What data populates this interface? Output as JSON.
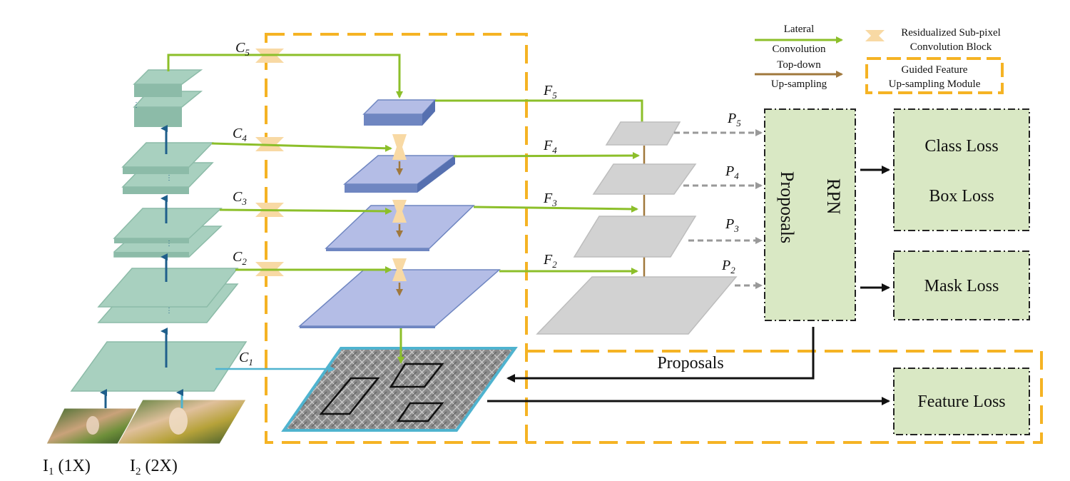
{
  "legend": {
    "lateral_l1": "Lateral",
    "lateral_l2": "Convolution",
    "topdown_l1": "Top-down",
    "topdown_l2": "Up-sampling",
    "subpixel_l1": "Residualized Sub-pixel",
    "subpixel_l2": "Convolution Block",
    "guided_l1": "Guided Feature",
    "guided_l2": "Up-sampling Module"
  },
  "backbone_labels": {
    "c1": "C",
    "c1_sub": "1",
    "c2": "C",
    "c2_sub": "2",
    "c3": "C",
    "c3_sub": "3",
    "c4": "C",
    "c4_sub": "4",
    "c5": "C",
    "c5_sub": "5"
  },
  "lateral_labels": {
    "f2": "F",
    "f2_sub": "2",
    "f3": "F",
    "f3_sub": "3",
    "f4": "F",
    "f4_sub": "4",
    "f5": "F",
    "f5_sub": "5"
  },
  "pyramid_labels": {
    "p2": "P",
    "p2_sub": "2",
    "p3": "P",
    "p3_sub": "3",
    "p4": "P",
    "p4_sub": "4",
    "p5": "P",
    "p5_sub": "5"
  },
  "inputs": {
    "i1": "I",
    "i1_sub": "1",
    "i1_scale": " (1X)",
    "i2": "I",
    "i2_sub": "2",
    "i2_scale": " (2X)"
  },
  "rpn": {
    "rpn_label": "RPN",
    "proposals_label": "Proposals"
  },
  "proposals_arrow_label": "Proposals",
  "losses": {
    "class_loss": "Class Loss",
    "box_loss": "Box Loss",
    "mask_loss": "Mask Loss",
    "feature_loss": "Feature Loss"
  },
  "colors": {
    "lateral_green": "#8cbf2a",
    "topdown_brown": "#a0783c",
    "guided_orange": "#f5b324",
    "backbone_face": "#a8d0bf",
    "backbone_side": "#8cbba8",
    "decoder_face": "#b4bde6",
    "decoder_side": "#6f86c1",
    "pyramid_gray": "#d2d2d2",
    "loss_fill": "#d9e8c4",
    "c1_blue": "#4fb3cf"
  }
}
